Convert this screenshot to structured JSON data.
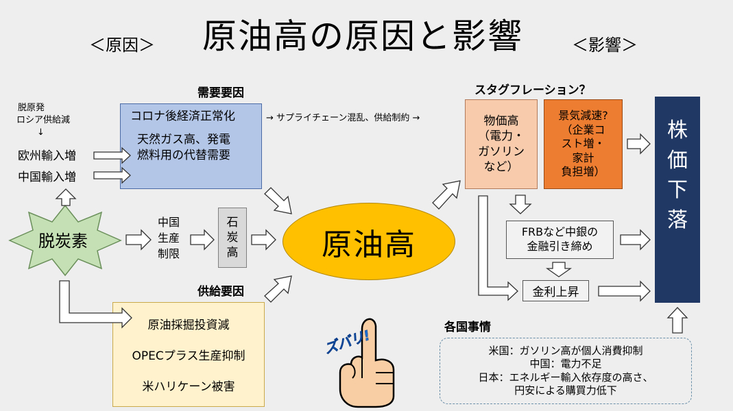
{
  "title": "原油高の原因と影響",
  "cause_label": "＜原因＞",
  "effect_label": "＜影響＞",
  "demand_heading": "需要要因",
  "supply_heading": "供給要因",
  "stagflation_heading": "スタグフレーション？",
  "countries_heading": "各国事情",
  "left_notes": {
    "line1": "脱原発",
    "line2": "ロシア供給減",
    "arrow": "↓"
  },
  "eu_import": "欧州輸入増",
  "china_import": "中国輸入増",
  "decarbonization": "脱炭素",
  "china_production": {
    "l1": "中国",
    "l2": "生産",
    "l3": "制限"
  },
  "coal_high": {
    "l1": "石",
    "l2": "炭",
    "l3": "高"
  },
  "demand_box": {
    "line1": "コロナ後経済正常化",
    "line2": "天然ガス高、発電",
    "line3": "燃料用の代替需要"
  },
  "supply_chain_note": "→ サプライチェーン混乱、供給制約 →",
  "supply_box": {
    "item1": "原油採掘投資減",
    "item2": "OPECプラス生産抑制",
    "item3": "米ハリケーン被害"
  },
  "center": "原油高",
  "price_box": {
    "l1": "物価高",
    "l2": "（電力・",
    "l3": "ガソリン",
    "l4": "など）"
  },
  "slowdown_box": {
    "l1": "景気減速?",
    "l2": "（企業コ",
    "l3": "スト増・",
    "l4": "家計",
    "l5": "負担増）"
  },
  "stock_box": {
    "l1": "株",
    "l2": "価",
    "l3": "下",
    "l4": "落"
  },
  "frb_box": {
    "l1": "FRBなど中銀の",
    "l2": "金融引き締め"
  },
  "rate_box": "金利上昇",
  "countries": {
    "us": "米国：ガソリン高が個人消費抑制",
    "cn": "中国：電力不足",
    "jp1": "日本：エネルギー輸入依存度の高さ、",
    "jp2": "円安による購買力低下"
  },
  "zubari": "ズバリ!",
  "colors": {
    "background": "#eeeeee",
    "demand_fill": "#b4c6e7",
    "supply_fill": "#fff2cc",
    "center_fill": "#ffc000",
    "price_fill": "#f8cbad",
    "slowdown_fill": "#ed7d31",
    "stock_fill": "#1f3864",
    "decarb_fill": "#c5e0b4",
    "coal_fill": "#d9d9d9",
    "zubari_text": "#1f6fd0"
  },
  "icons": [
    "block-arrow-right",
    "block-arrow-up",
    "block-arrow-down",
    "block-arrow-diagonal",
    "thumbs-up-hand-icon"
  ]
}
